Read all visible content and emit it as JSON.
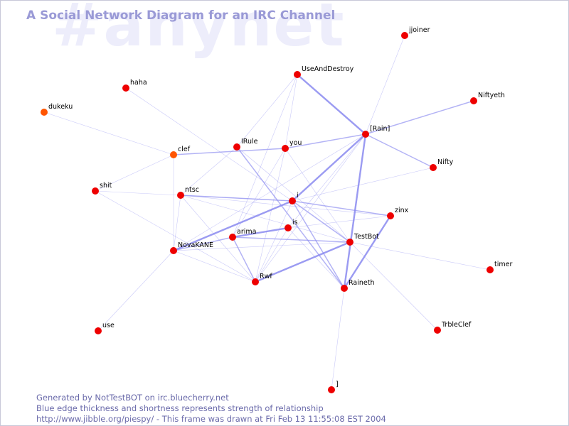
{
  "background_channel": "#anynet",
  "title": "A Social Network Diagram for an IRC Channel",
  "footer": {
    "line1": "Generated by NotTestBOT on irc.bluecherry.net",
    "line2": "Blue edge thickness and shortness represents strength of relationship",
    "line3": "http://www.jibble.org/piespy/ - This frame was drawn at Fri Feb 13 11:55:08 EST 2004"
  },
  "colors": {
    "node": "#ee0000",
    "node_highlight": "#ff5500",
    "edge": "#8a8af0",
    "title": "#9a9ad6",
    "watermark": "#ededfb",
    "footer": "#6a6aaa"
  },
  "nodes": [
    {
      "id": "jjoiner",
      "label": "jjoiner"
    },
    {
      "id": "UseAndDestroy",
      "label": "UseAndDestroy"
    },
    {
      "id": "haha",
      "label": "haha"
    },
    {
      "id": "Niftyeth",
      "label": "Niftyeth"
    },
    {
      "id": "dukeku",
      "label": "dukeku",
      "highlight": true
    },
    {
      "id": "Rain",
      "label": "[Rain]"
    },
    {
      "id": "IRule",
      "label": "IRule"
    },
    {
      "id": "you",
      "label": "you"
    },
    {
      "id": "clef",
      "label": "clef",
      "highlight": true
    },
    {
      "id": "Nifty",
      "label": "Nifty"
    },
    {
      "id": "shit",
      "label": "shit"
    },
    {
      "id": "ntsc",
      "label": "ntsc"
    },
    {
      "id": "i",
      "label": "i"
    },
    {
      "id": "zinx",
      "label": "zinx"
    },
    {
      "id": "is",
      "label": "is"
    },
    {
      "id": "arima",
      "label": "arima"
    },
    {
      "id": "TestBot",
      "label": "TestBot"
    },
    {
      "id": "NovaKANE",
      "label": "NovaKANE"
    },
    {
      "id": "timer",
      "label": "timer"
    },
    {
      "id": "Rwf",
      "label": "Rwf"
    },
    {
      "id": "Raineth",
      "label": "Raineth"
    },
    {
      "id": "use",
      "label": "use"
    },
    {
      "id": "TrbleClef",
      "label": "TrbleClef"
    },
    {
      "id": "bracket",
      "label": "]"
    }
  ],
  "edges": [
    {
      "from": "jjoiner",
      "to": "Rain",
      "weight": 1
    },
    {
      "from": "Niftyeth",
      "to": "Rain",
      "weight": 2
    },
    {
      "from": "UseAndDestroy",
      "to": "Rain",
      "weight": 3
    },
    {
      "from": "UseAndDestroy",
      "to": "you",
      "weight": 1
    },
    {
      "from": "UseAndDestroy",
      "to": "IRule",
      "weight": 1
    },
    {
      "from": "UseAndDestroy",
      "to": "arima",
      "weight": 1
    },
    {
      "from": "Rain",
      "to": "Nifty",
      "weight": 2
    },
    {
      "from": "Rain",
      "to": "you",
      "weight": 2
    },
    {
      "from": "Rain",
      "to": "i",
      "weight": 3
    },
    {
      "from": "Rain",
      "to": "Raineth",
      "weight": 3
    },
    {
      "from": "Rain",
      "to": "is",
      "weight": 1
    },
    {
      "from": "Rain",
      "to": "Rwf",
      "weight": 1
    },
    {
      "from": "Rain",
      "to": "NovaKANE",
      "weight": 1
    },
    {
      "from": "haha",
      "to": "i",
      "weight": 1
    },
    {
      "from": "dukeku",
      "to": "clef",
      "weight": 1
    },
    {
      "from": "clef",
      "to": "you",
      "weight": 2
    },
    {
      "from": "clef",
      "to": "NovaKANE",
      "weight": 1
    },
    {
      "from": "clef",
      "to": "shit",
      "weight": 1
    },
    {
      "from": "IRule",
      "to": "Raineth",
      "weight": 2
    },
    {
      "from": "IRule",
      "to": "TestBot",
      "weight": 1
    },
    {
      "from": "IRule",
      "to": "ntsc",
      "weight": 1
    },
    {
      "from": "you",
      "to": "TestBot",
      "weight": 1
    },
    {
      "from": "you",
      "to": "Rwf",
      "weight": 1
    },
    {
      "from": "you",
      "to": "arima",
      "weight": 1
    },
    {
      "from": "shit",
      "to": "i",
      "weight": 1
    },
    {
      "from": "shit",
      "to": "Rwf",
      "weight": 1
    },
    {
      "from": "ntsc",
      "to": "i",
      "weight": 2
    },
    {
      "from": "ntsc",
      "to": "TestBot",
      "weight": 1
    },
    {
      "from": "ntsc",
      "to": "Rwf",
      "weight": 1
    },
    {
      "from": "ntsc",
      "to": "NovaKANE",
      "weight": 1
    },
    {
      "from": "ntsc",
      "to": "zinx",
      "weight": 1
    },
    {
      "from": "i",
      "to": "zinx",
      "weight": 2
    },
    {
      "from": "i",
      "to": "TestBot",
      "weight": 2
    },
    {
      "from": "i",
      "to": "NovaKANE",
      "weight": 3
    },
    {
      "from": "i",
      "to": "Rwf",
      "weight": 1
    },
    {
      "from": "i",
      "to": "Nifty",
      "weight": 1
    },
    {
      "from": "i",
      "to": "Raineth",
      "weight": 2
    },
    {
      "from": "is",
      "to": "arima",
      "weight": 3
    },
    {
      "from": "is",
      "to": "zinx",
      "weight": 1
    },
    {
      "from": "is",
      "to": "Raineth",
      "weight": 1
    },
    {
      "from": "is",
      "to": "Rwf",
      "weight": 1
    },
    {
      "from": "arima",
      "to": "TestBot",
      "weight": 2
    },
    {
      "from": "arima",
      "to": "NovaKANE",
      "weight": 2
    },
    {
      "from": "arima",
      "to": "Rwf",
      "weight": 2
    },
    {
      "from": "TestBot",
      "to": "Rwf",
      "weight": 3
    },
    {
      "from": "TestBot",
      "to": "timer",
      "weight": 1
    },
    {
      "from": "TestBot",
      "to": "TrbleClef",
      "weight": 1
    },
    {
      "from": "TestBot",
      "to": "NovaKANE",
      "weight": 1
    },
    {
      "from": "zinx",
      "to": "Raineth",
      "weight": 3
    },
    {
      "from": "NovaKANE",
      "to": "use",
      "weight": 1
    },
    {
      "from": "NovaKANE",
      "to": "Rwf",
      "weight": 1
    },
    {
      "from": "Raineth",
      "to": "bracket",
      "weight": 1
    }
  ]
}
